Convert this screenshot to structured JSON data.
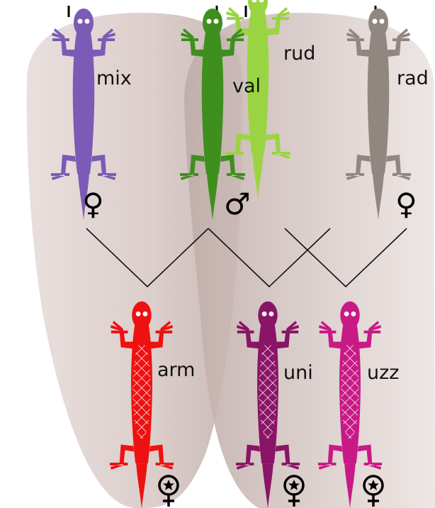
{
  "parents": [
    {
      "id": "mix",
      "label": "mix",
      "sex_symbol": "♀",
      "color": "#7b5bb6"
    },
    {
      "id": "val",
      "label": "val",
      "sex_symbol": "♂",
      "color": "#3f8f1e"
    },
    {
      "id": "rud",
      "label": "rud",
      "sex_symbol": "",
      "color": "#9bd442"
    },
    {
      "id": "rad",
      "label": "rad",
      "sex_symbol": "♀",
      "color": "#8f8780"
    }
  ],
  "offspring": [
    {
      "id": "arm",
      "label": "arm",
      "color": "#ee1111"
    },
    {
      "id": "uni",
      "label": "uni",
      "color": "#8a1466"
    },
    {
      "id": "uzz",
      "label": "uzz",
      "color": "#c81a86"
    }
  ],
  "colors": {
    "group_fill": "#c4b2ae",
    "cross_lines": "#111111"
  }
}
